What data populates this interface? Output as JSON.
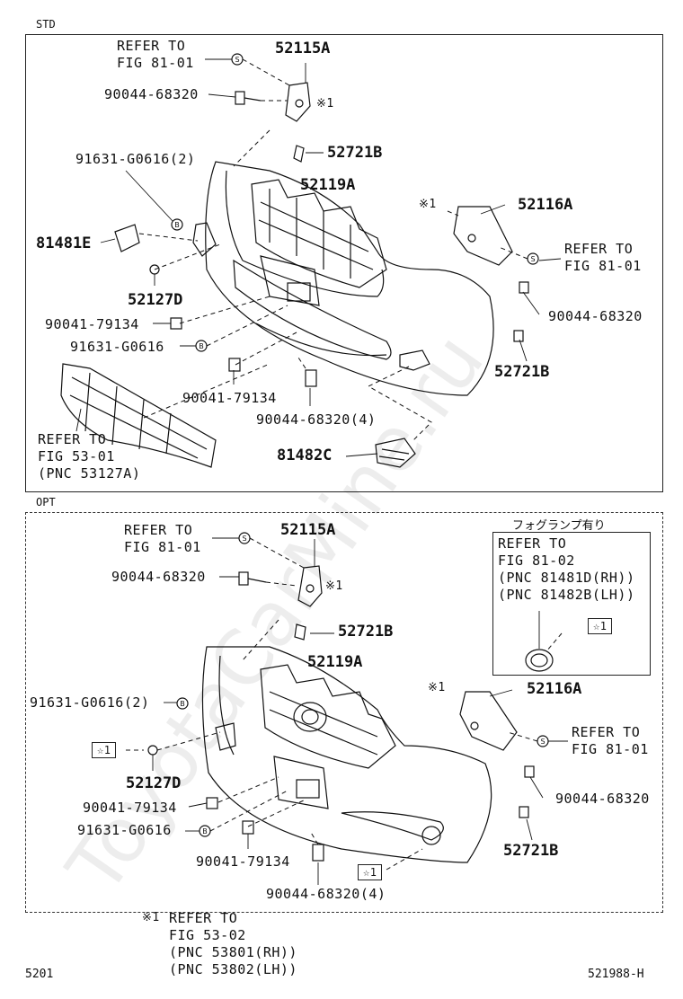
{
  "std": {
    "section": "STD",
    "labels": {
      "refer_fig8101_a": "REFER TO\nFIG 81-01",
      "p52115a": "52115A",
      "p90044_68320_a": "90044-68320",
      "mark1_a": "※1",
      "p52721b_a": "52721B",
      "p91631_2": "91631-G0616(2)",
      "p52119a": "52119A",
      "mark1_b": "※1",
      "p52116a": "52116A",
      "p81481e": "81481E",
      "refer_fig8101_b": "REFER TO\nFIG 81-01",
      "p52127d": "52127D",
      "p90044_68320_b": "90044-68320",
      "p90041_a": "90041-79134",
      "p91631": "91631-G0616",
      "p52721b_b": "52721B",
      "p90041_b": "90041-79134",
      "p90044_4": "90044-68320(4)",
      "refer_fig5301": "REFER TO\nFIG 53-01\n(PNC 53127A)",
      "p81482c": "81482C"
    }
  },
  "opt": {
    "section": "OPT",
    "labels": {
      "refer_fig8101_a": "REFER TO\nFIG 81-01",
      "p52115a": "52115A",
      "p90044_68320_a": "90044-68320",
      "mark1_a": "※1",
      "p52721b_a": "52721B",
      "p52119a": "52119A",
      "p91631_2": "91631-G0616(2)",
      "mark1_b": "※1",
      "p52116a": "52116A",
      "star1_a": "☆1",
      "refer_fig8101_b": "REFER TO\nFIG 81-01",
      "p52127d": "52127D",
      "p90044_68320_b": "90044-68320",
      "p90041_a": "90041-79134",
      "p91631": "91631-G0616",
      "p52721b_b": "52721B",
      "p90041_b": "90041-79134",
      "star1_b": "☆1",
      "p90044_4": "90044-68320(4)"
    },
    "foglamp_box": {
      "title": "フォグランプ有り",
      "refer": "REFER TO\nFIG 81-02\n(PNC 81481D(RH))\n(PNC 81482B(LH))",
      "star": "☆1"
    }
  },
  "footnote": {
    "mark": "※1",
    "text": "REFER TO\nFIG 53-02\n(PNC 53801(RH))\n(PNC 53802(LH))"
  },
  "footer": {
    "page": "5201",
    "code": "521988-H"
  },
  "watermark": "ToyotaCarMine.ru",
  "icons": {
    "s_marker": "S",
    "b_marker": "B"
  }
}
